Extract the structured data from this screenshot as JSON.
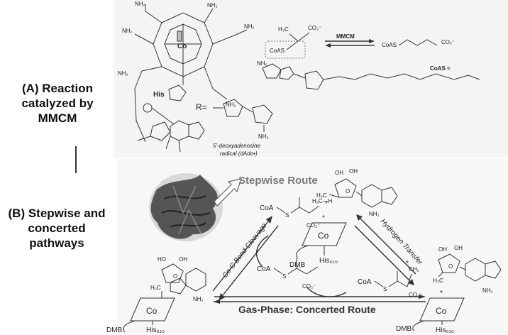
{
  "panel_a": {
    "label": "(A) Reaction catalyzed by MMCM",
    "enzyme": "MMCM",
    "coas_def": "CoAS =",
    "r_label": "R=",
    "his": "His",
    "co": "Co",
    "dado_line1": "5′-deoxyadenosine",
    "dado_line2": "radical (dAdo•)",
    "nh2": "NH₂",
    "coas": "CoAS",
    "co2": "CO₂⁻",
    "h3c": "H₃C"
  },
  "panel_b": {
    "label": "(B) Stepwise and concerted pathways",
    "stepwise_route": "Stepwise Route",
    "concerted_route": "Gas-Phase: Concerted Route",
    "coc_cleavage": "Co-C Bond Cleavage",
    "h_transfer": "Hydrogen Transfer",
    "coa": "CoA",
    "s": "S",
    "co": "Co",
    "dmb": "DMB",
    "his610": "His₆₁₀",
    "h2c": "H₂C",
    "h3c": "H₃C",
    "ch2": "CH₂",
    "h2c_h": "H₂C—H",
    "co2": "CO₂⁻",
    "nh2": "NH₂",
    "oh": "OH",
    "ho": "HO",
    "o": "O",
    "star": "*"
  }
}
